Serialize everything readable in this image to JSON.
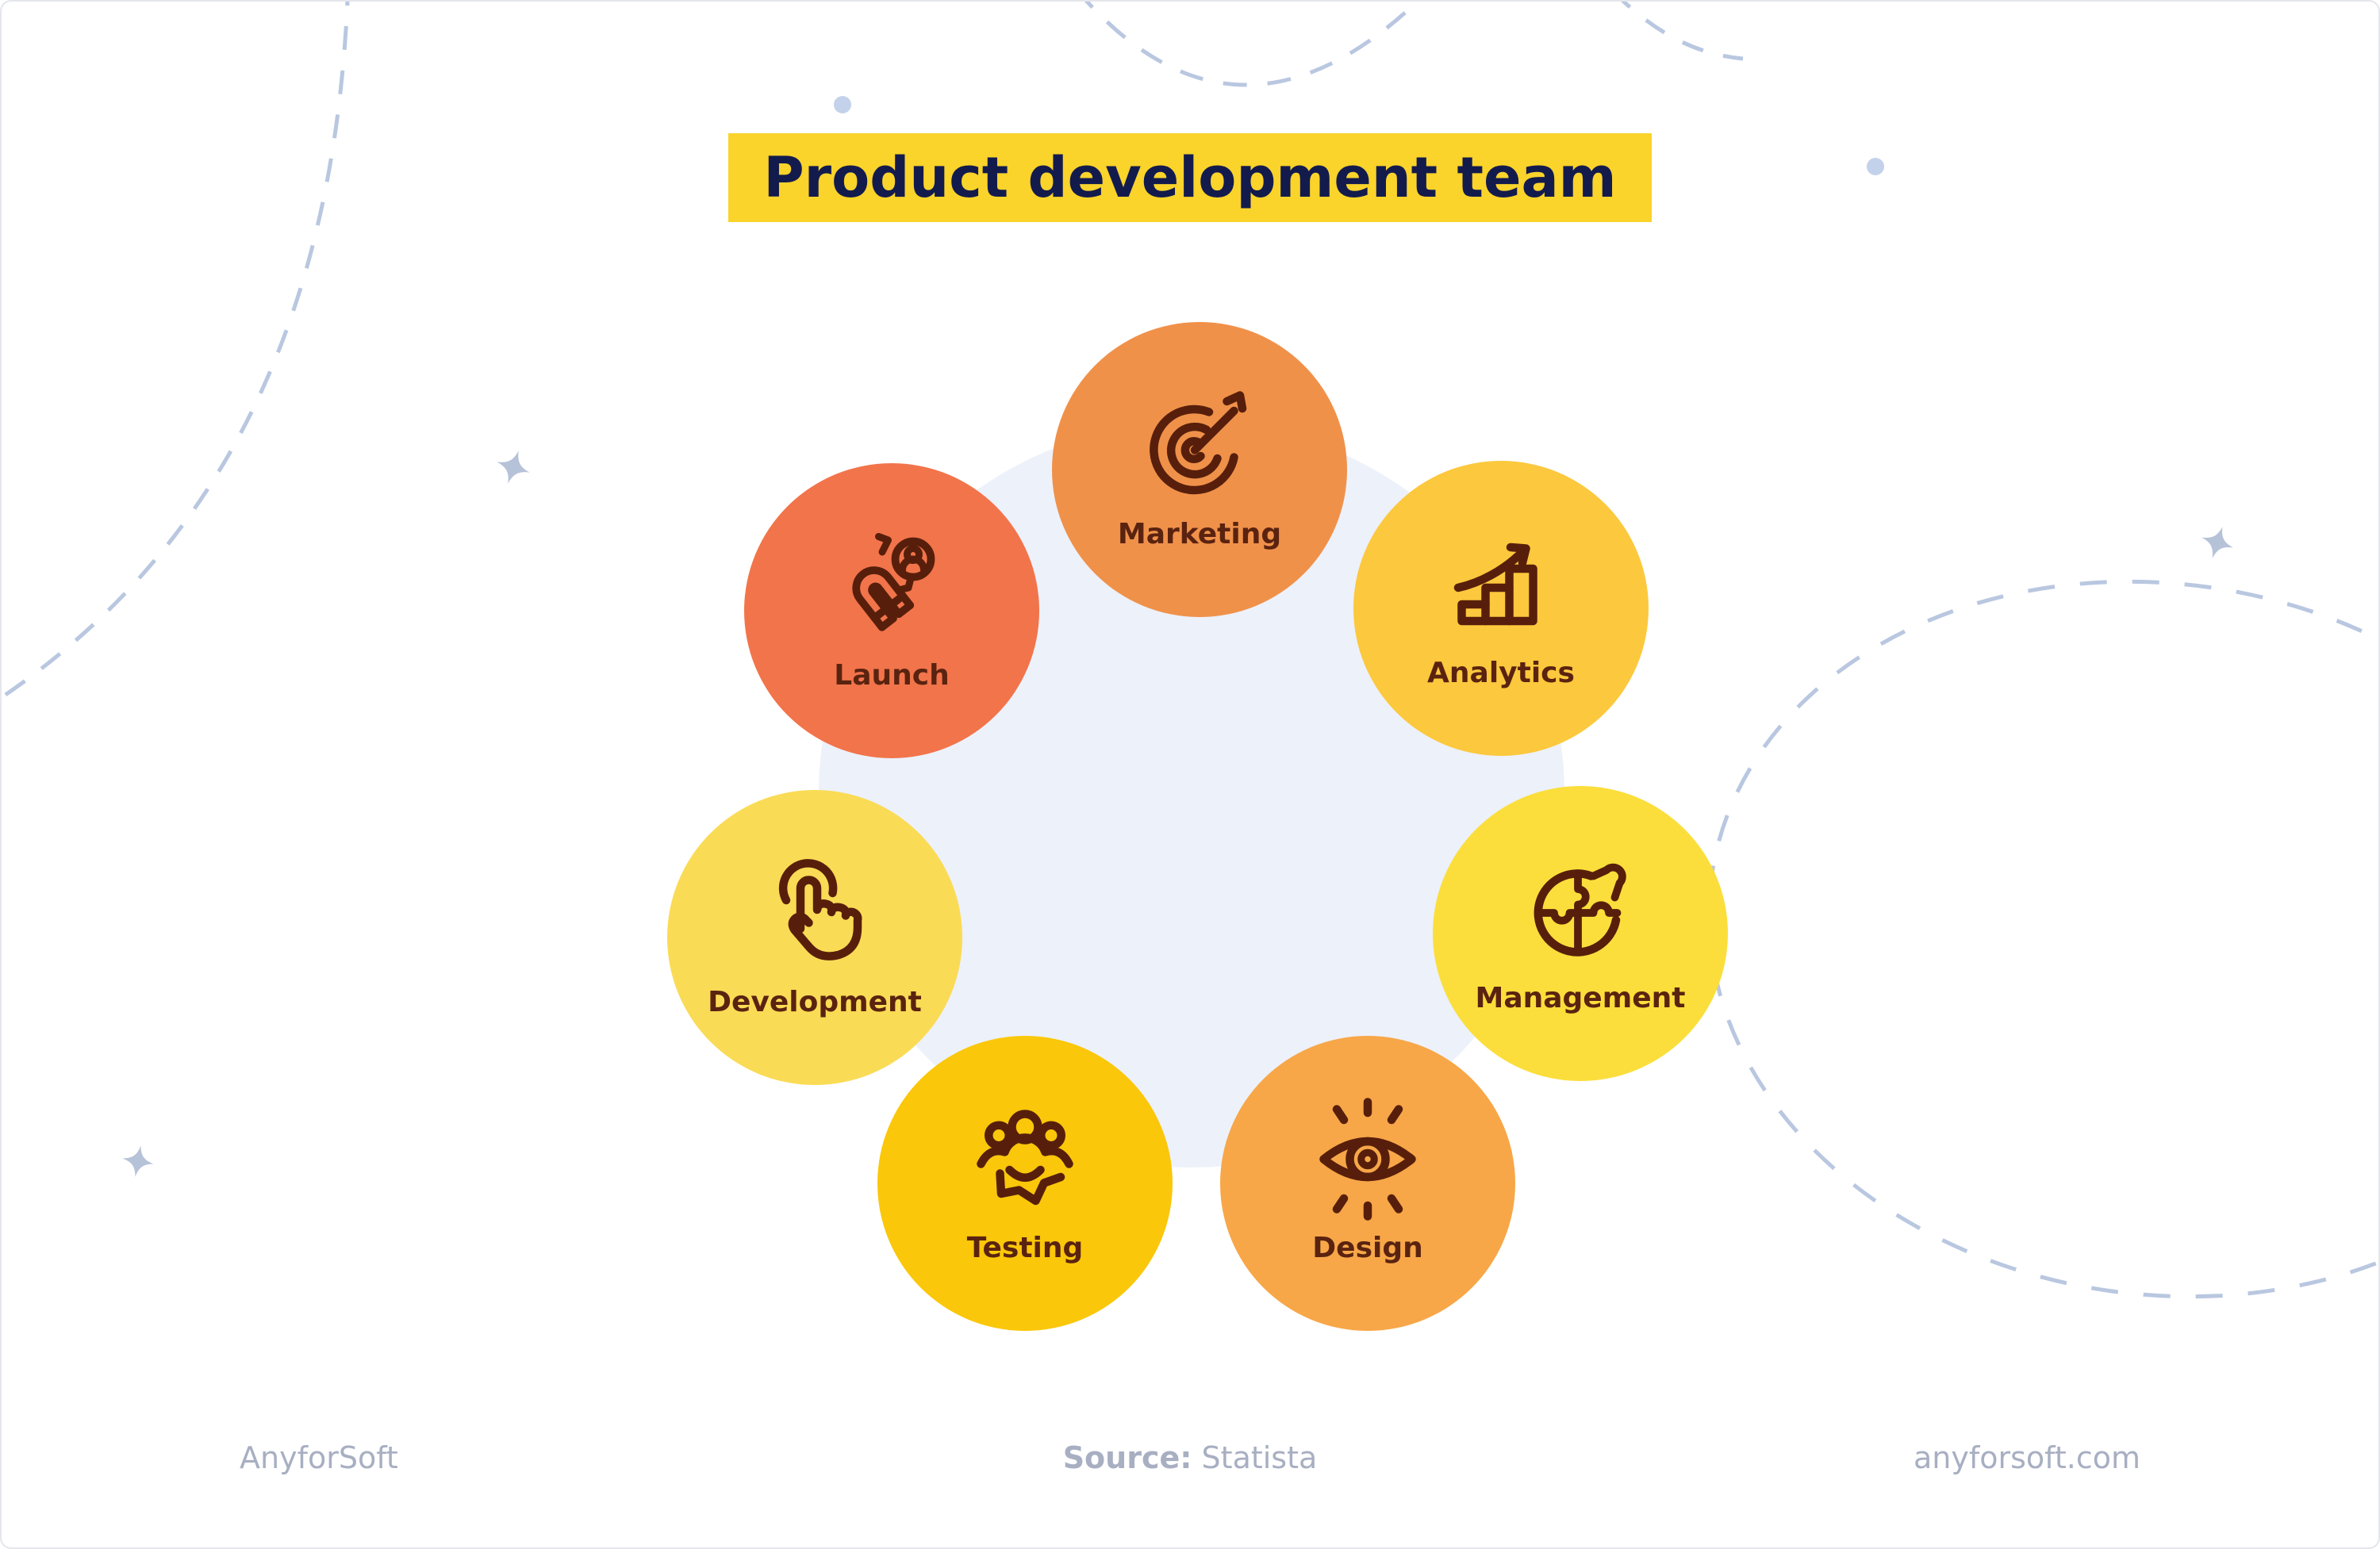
{
  "title": {
    "text": "Product development team",
    "bg": "#FAD32B",
    "fg": "#131B4D"
  },
  "team": {
    "icon_color": "#571F0B",
    "label_color": "#5A2310",
    "items": [
      {
        "label": "Marketing",
        "icon": "target-dart-icon",
        "color": "#F0914A"
      },
      {
        "label": "Launch",
        "icon": "magnet-attract-icon",
        "color": "#F2744B"
      },
      {
        "label": "Analytics",
        "icon": "growth-chart-icon",
        "color": "#FCC83D"
      },
      {
        "label": "Development",
        "icon": "tap-hand-icon",
        "color": "#FADB55"
      },
      {
        "label": "Management",
        "icon": "puzzle-sphere-icon",
        "color": "#FBDE3B"
      },
      {
        "label": "Testing",
        "icon": "team-gear-icon",
        "color": "#FAC70A"
      },
      {
        "label": "Design",
        "icon": "eye-icon",
        "color": "#F7A748"
      }
    ]
  },
  "footer": {
    "brand": "AnyforSoft",
    "source_label": "Source:",
    "source_value": "Statista",
    "website": "anyforsoft.com",
    "color": "#A8AFC2"
  },
  "decor": {
    "dash": "#B9C7E0",
    "star": "#B6C2D8",
    "dot": "#C3D2EA",
    "blob": "#EDF1FA"
  }
}
